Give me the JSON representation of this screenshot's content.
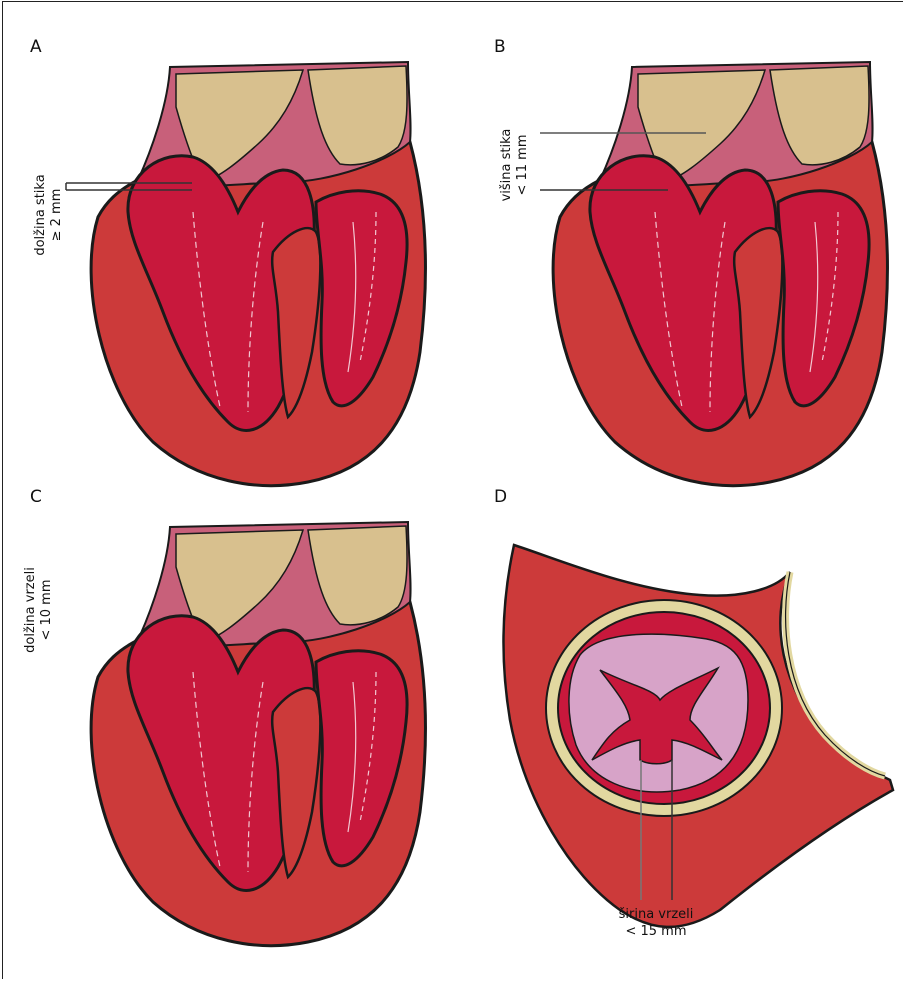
{
  "panels": [
    {
      "letter": "A",
      "label_line1": "dolžina stika",
      "label_line2": "≥ 2 mm"
    },
    {
      "letter": "B",
      "label_line1": "višina stika",
      "label_line2": "< 11 mm"
    },
    {
      "letter": "C",
      "label_line1": "dolžina vrzeli",
      "label_line2": "< 10 mm"
    },
    {
      "letter": "D",
      "label_line1": "širina vrzeli",
      "label_line2": "< 15 mm"
    }
  ],
  "colors": {
    "myocardium": "#cc3a3a",
    "leaflet": "#c8183c",
    "aortic_wall": "#c8607a",
    "sinus": "#d8c08e",
    "outline": "#1a1a1a",
    "annulus_ring": "#e2d8a0",
    "valve_inner": "#d7a3c8"
  }
}
